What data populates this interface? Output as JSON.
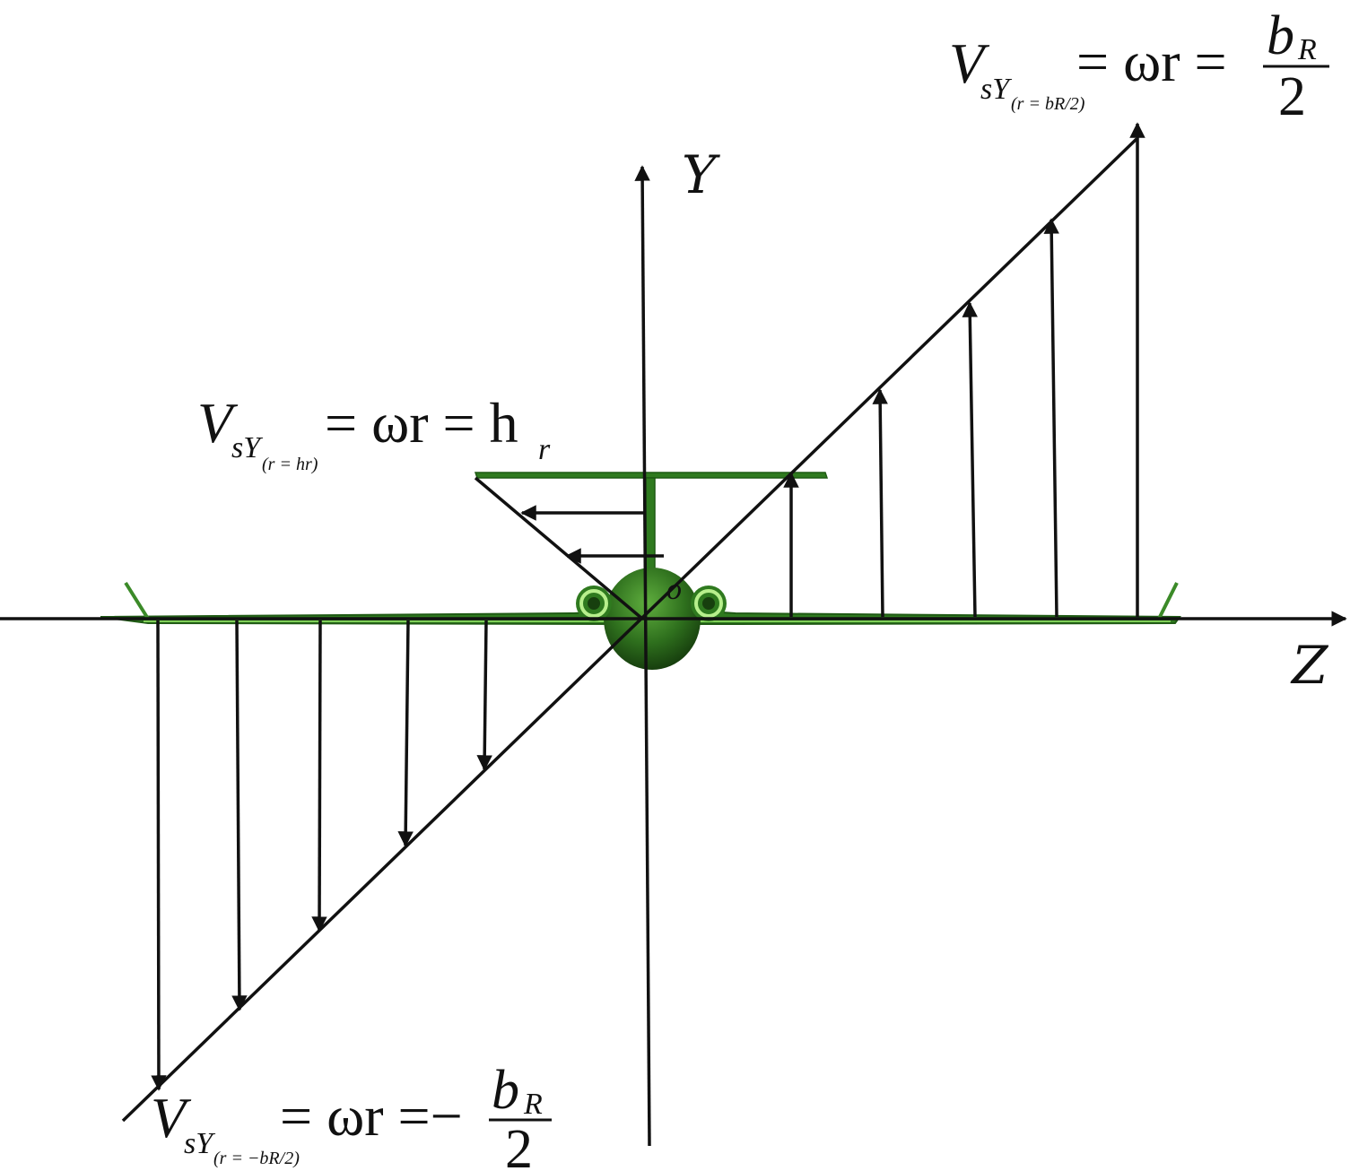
{
  "axes": {
    "y_label": "Y",
    "z_label": "Z"
  },
  "labels": {
    "top_right": {
      "V": "V",
      "sub": "sY",
      "subsub": "(r = bR/2)",
      "eq": "= ωr =",
      "num": "b",
      "num_sub": "R",
      "den": "2"
    },
    "middle": {
      "V": "V",
      "sub": "sY",
      "subsub": "(r = hr)",
      "eq": "= ωr = h",
      "eq_sub": "r"
    },
    "bottom_left": {
      "V": "V",
      "sub": "sY",
      "subsub": "(r = −bR/2)",
      "eq": "= ωr =−",
      "num": "b",
      "num_sub": "R",
      "den": "2"
    }
  },
  "colors": {
    "line": "#111111",
    "aircraft": "#2f7a1f",
    "aircraft_dark": "#1f5a14",
    "aircraft_light": "#8fd36b"
  }
}
